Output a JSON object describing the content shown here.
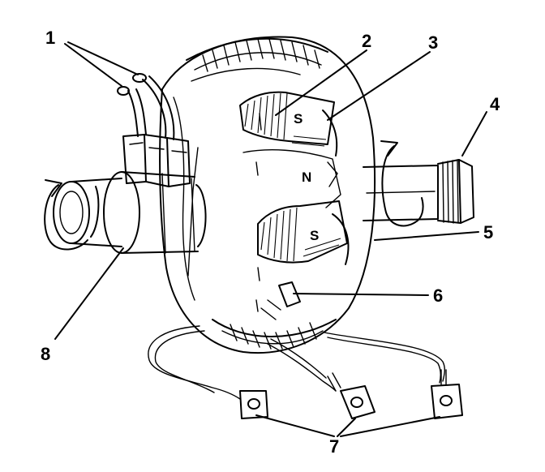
{
  "labels": [
    {
      "id": "1",
      "text": "1"
    },
    {
      "id": "2",
      "text": "2"
    },
    {
      "id": "3",
      "text": "3"
    },
    {
      "id": "4",
      "text": "4"
    },
    {
      "id": "5",
      "text": "5"
    },
    {
      "id": "6",
      "text": "6"
    },
    {
      "id": "7",
      "text": "7"
    },
    {
      "id": "8",
      "text": "8"
    }
  ],
  "poles": {
    "upper": "S",
    "middle": "N",
    "lower": "S"
  },
  "colors": {
    "ink": "#000000",
    "paper": "#ffffff"
  }
}
